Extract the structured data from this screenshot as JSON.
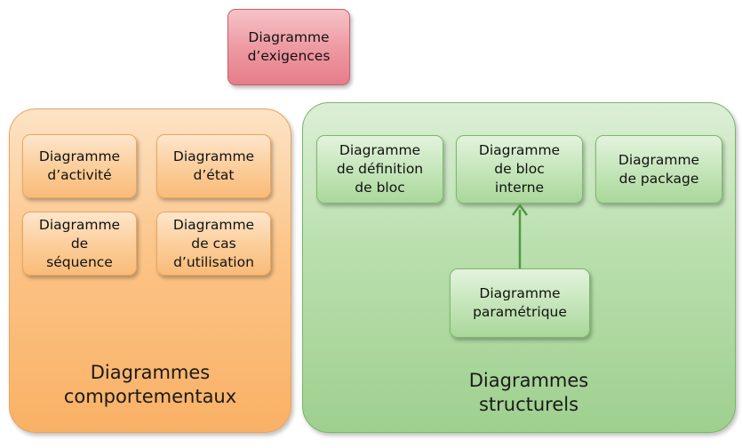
{
  "requirements": {
    "label": "Diagramme\nd’exigences"
  },
  "behavioral": {
    "title": "Diagrammes\ncomportementaux",
    "items": [
      {
        "label": "Diagramme\nd’activité"
      },
      {
        "label": "Diagramme\nd’état"
      },
      {
        "label": "Diagramme\nde\nséquence"
      },
      {
        "label": "Diagramme\nde cas\nd’utilisation"
      }
    ]
  },
  "structural": {
    "title": "Diagrammes\nstructurels",
    "items": [
      {
        "label": "Diagramme\nde définition\nde bloc"
      },
      {
        "label": "Diagramme\nde bloc\ninterne"
      },
      {
        "label": "Diagramme\nde  package"
      },
      {
        "label": "Diagramme\nparamétrique"
      }
    ]
  },
  "colors": {
    "behavioral_fill": "#fcc487",
    "structural_fill": "#b9dfad",
    "requirements_fill": "#ee9aa3",
    "arrow": "#4e9a40"
  }
}
